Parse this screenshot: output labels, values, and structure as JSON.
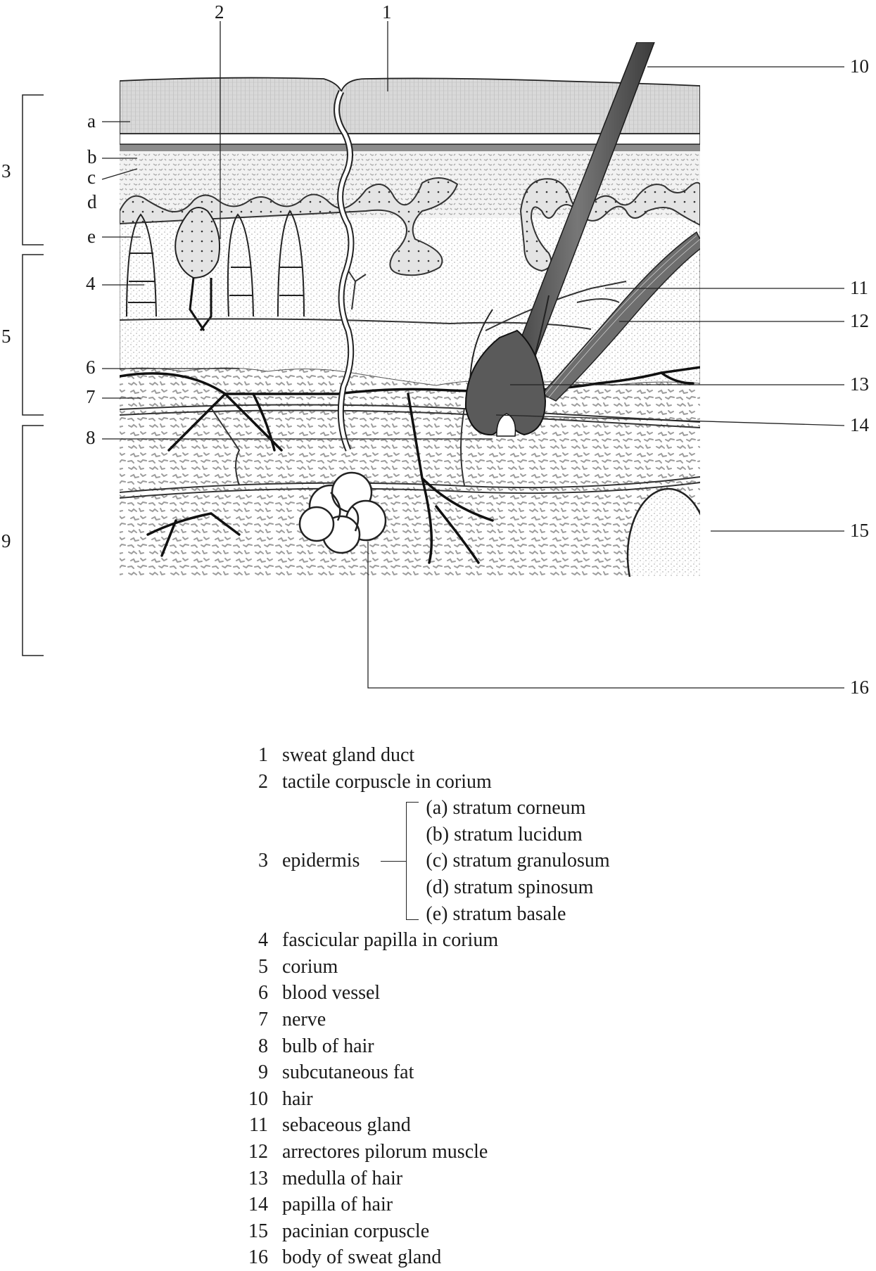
{
  "diagram": {
    "numbers": [
      "1",
      "2",
      "3",
      "4",
      "5",
      "6",
      "7",
      "8",
      "9",
      "10",
      "11",
      "12",
      "13",
      "14",
      "15",
      "16"
    ],
    "letters": [
      "a",
      "b",
      "c",
      "d",
      "e"
    ]
  },
  "legend": [
    {
      "num": "1",
      "label": "sweat gland duct"
    },
    {
      "num": "2",
      "label": "tactile corpuscle in corium"
    },
    {
      "num": "3",
      "label": "epidermis",
      "sublayers": [
        "(a) stratum corneum",
        "(b) stratum lucidum",
        "(c) stratum granulosum",
        "(d) stratum spinosum",
        "(e) stratum basale"
      ]
    },
    {
      "num": "4",
      "label": "fascicular papilla in corium"
    },
    {
      "num": "5",
      "label": "corium"
    },
    {
      "num": "6",
      "label": "blood vessel"
    },
    {
      "num": "7",
      "label": "nerve"
    },
    {
      "num": "8",
      "label": "bulb of hair"
    },
    {
      "num": "9",
      "label": "subcutaneous fat"
    },
    {
      "num": "10",
      "label": "hair"
    },
    {
      "num": "11",
      "label": "sebaceous gland"
    },
    {
      "num": "12",
      "label": "arrectores pilorum muscle"
    },
    {
      "num": "13",
      "label": "medulla of hair"
    },
    {
      "num": "14",
      "label": "papilla of hair"
    },
    {
      "num": "15",
      "label": "pacinian corpuscle"
    },
    {
      "num": "16",
      "label": "body of sweat gland"
    }
  ]
}
